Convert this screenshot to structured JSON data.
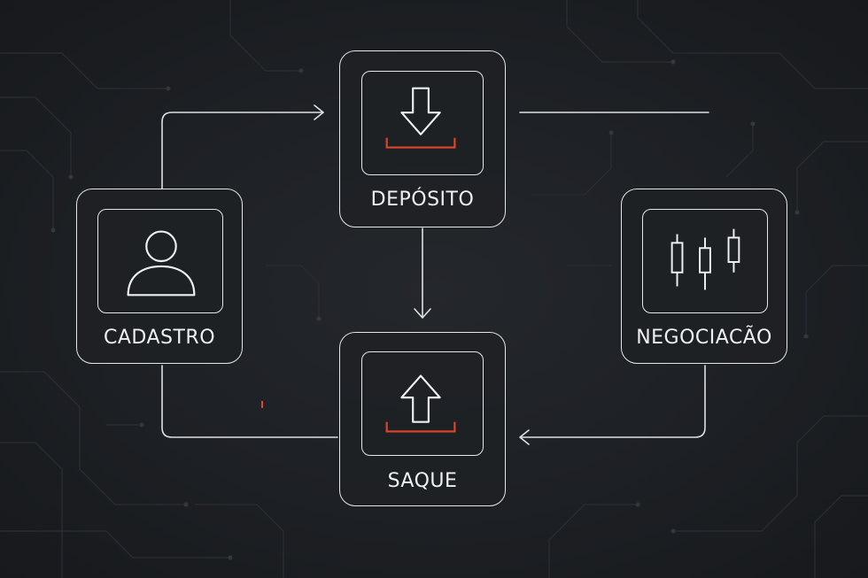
{
  "diagram": {
    "nodes": {
      "deposito": {
        "label": "DEPÓSITO",
        "icon": "download-icon"
      },
      "cadastro": {
        "label": "CADASTRO",
        "icon": "user-icon"
      },
      "negociacao": {
        "label": "NEGOCIACÃO",
        "icon": "candlestick-chart-icon"
      },
      "saque": {
        "label": "SAQUE",
        "icon": "upload-icon"
      }
    },
    "colors": {
      "background": "#1d2024",
      "stroke": "#e4e6e8",
      "accent": "#e0442c",
      "circuit": "#2c3036"
    }
  }
}
